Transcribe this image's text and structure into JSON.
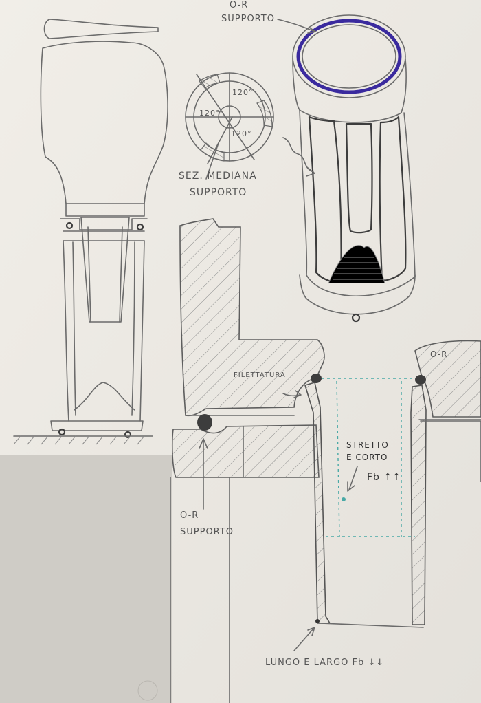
{
  "labels": {
    "or_top_line1": "O-R",
    "or_top_line2": "SUPPORTO",
    "angle_a": "120°",
    "angle_b": "120°",
    "angle_c": "120°",
    "sez_line1": "SEZ. MEDIANA",
    "sez_line2": "SUPPORTO",
    "filettatura": "FILETTATURA",
    "or_right": "O-R",
    "stretto_line1": "STRETTO",
    "stretto_line2": "E CORTO",
    "stretto_line3": "Fb ↑↑",
    "or_bottom_line1": "O-R",
    "or_bottom_line2": "SUPPORTO",
    "lungo": "LUNGO E LARGO Fb ↓↓"
  },
  "colors": {
    "paper": "#efece6",
    "paper_shadow": "#cfccc6",
    "pencil": "#6b6b6b",
    "oring_blue": "#3a2a9e",
    "dash_teal": "#49a9a6"
  }
}
